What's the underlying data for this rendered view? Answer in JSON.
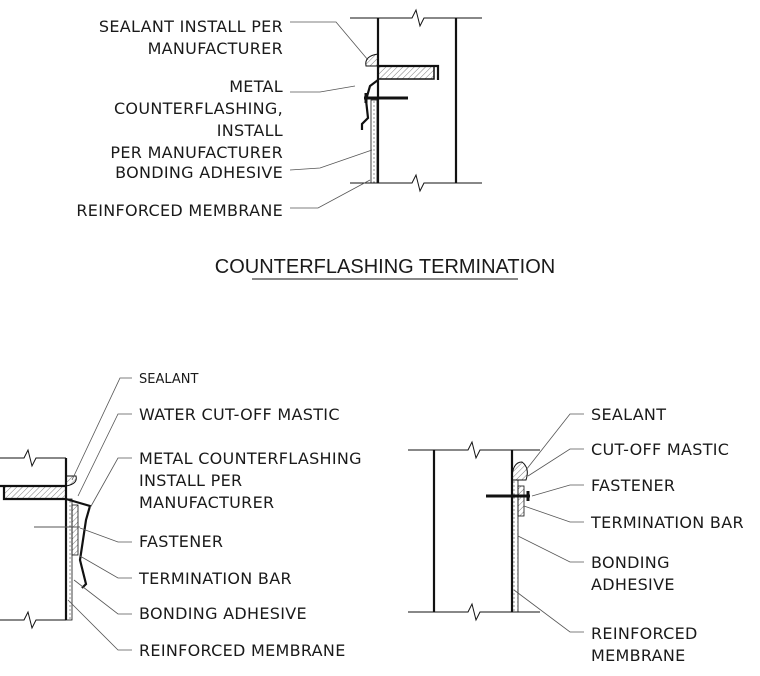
{
  "diagram_top": {
    "title": "COUNTERFLASHING TERMINATION",
    "labels": {
      "sealant_1": "SEALANT INSTALL PER",
      "sealant_2": "MANUFACTURER",
      "metal_1": "METAL",
      "metal_2": "COUNTERFLASHING,",
      "metal_3": "INSTALL",
      "metal_4": "PER MANUFACTURER",
      "bonding": "BONDING ADHESIVE",
      "membrane": "REINFORCED MEMBRANE"
    }
  },
  "diagram_bottom_left": {
    "labels": {
      "sealant": "SEALANT",
      "water_cutoff": "WATER CUT-OFF MASTIC",
      "metal_1": "METAL COUNTERFLASHING",
      "metal_2": "INSTALL PER",
      "metal_3": "MANUFACTURER",
      "fastener": "FASTENER",
      "term_bar": "TERMINATION BAR",
      "bonding": "BONDING ADHESIVE",
      "membrane": "REINFORCED MEMBRANE"
    }
  },
  "diagram_bottom_right": {
    "labels": {
      "sealant": "SEALANT",
      "cutoff": "CUT-OFF MASTIC",
      "fastener": "FASTENER",
      "term_bar": "TERMINATION BAR",
      "bonding_1": "BONDING",
      "bonding_2": "ADHESIVE",
      "membrane_1": "REINFORCED",
      "membrane_2": "MEMBRANE"
    }
  }
}
